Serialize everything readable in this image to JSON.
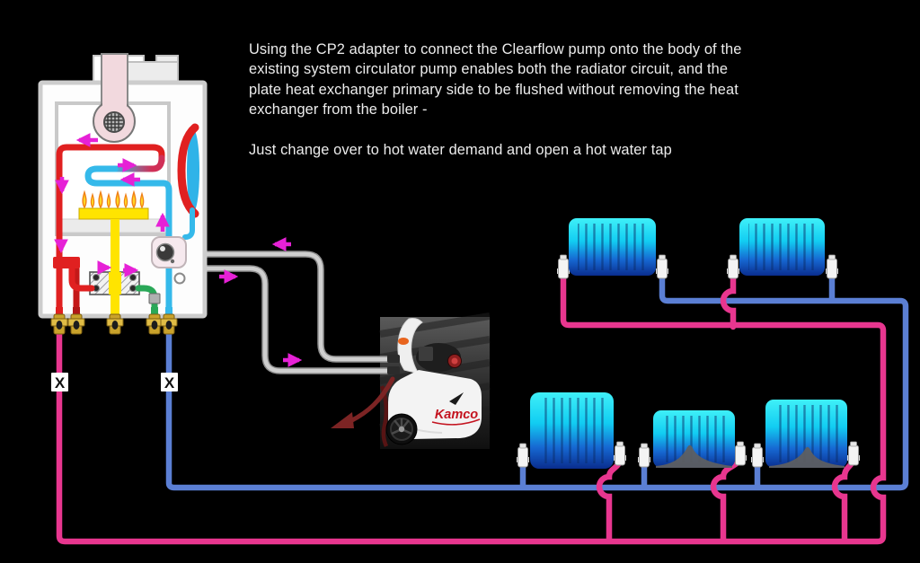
{
  "annotation": {
    "lines": [
      "Using the CP2 adapter to connect the Clearflow pump onto the body of the",
      "existing system circulator pump enables both the radiator circuit, and the",
      "plate heat exchanger primary side to be flushed without removing the heat",
      "exchanger from the boiler -",
      "Just change over to hot water demand and open a hot water tap"
    ]
  },
  "machine": {
    "brand": "Kamco"
  },
  "diagram": {
    "valve_symbol": "X"
  },
  "colors": {
    "background": "#000000",
    "flow_pipe_pink": "#e8368f",
    "return_pipe_blue": "#5b7fd4",
    "boiler_hot_red": "#e02020",
    "boiler_cool_cyan": "#35b9ea",
    "dhw_green": "#2aa858",
    "gas_yellow": "#ffe400",
    "radiator_cyan_top": "#3ff0f8",
    "radiator_blue_bottom": "#0a2d8e",
    "arrow_magenta": "#e621d6",
    "hose_gray": "#cfcfcf",
    "brass_fitting": "#c9a22b",
    "sludge_gray": "#606060",
    "logo_red": "#c41420",
    "flush_arrow_dark_red": "#7c2424"
  }
}
